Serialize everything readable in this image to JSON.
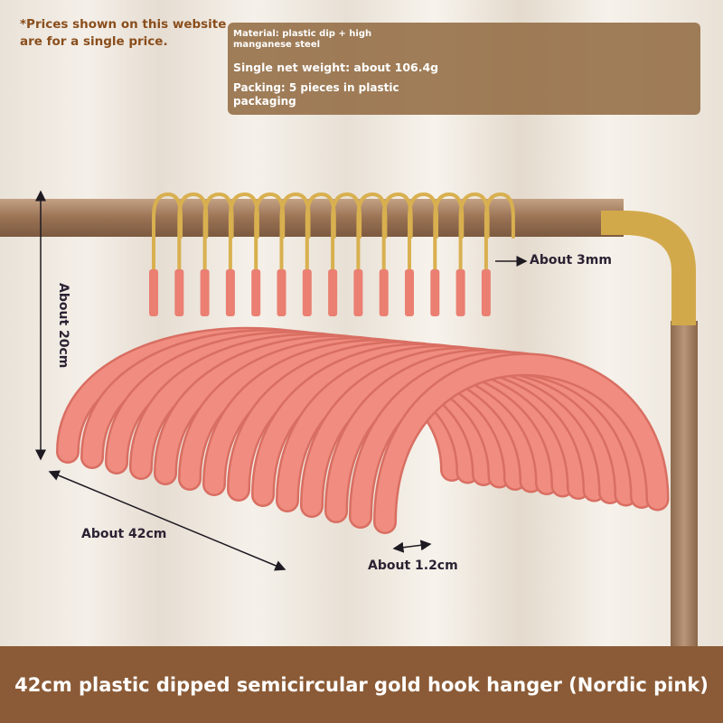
{
  "price_note": "*Prices shown on this website are for a single price.",
  "specs": {
    "material": "Material: plastic dip + high manganese steel",
    "weight": "Single net weight: about 106.4g",
    "packing": "Packing: 5 pieces in plastic packaging"
  },
  "dimensions": {
    "height": "About 20cm",
    "width": "About 42cm",
    "thickness": "About 1.2cm",
    "hook_diameter": "About 3mm"
  },
  "hanger_count": 14,
  "colors": {
    "hanger": "#f08c80",
    "hook": "#d9b04f",
    "banner": "#8b5b37",
    "rod": "#9b7456"
  },
  "banner_title": "42cm plastic dipped semicircular gold hook hanger (Nordic pink)"
}
